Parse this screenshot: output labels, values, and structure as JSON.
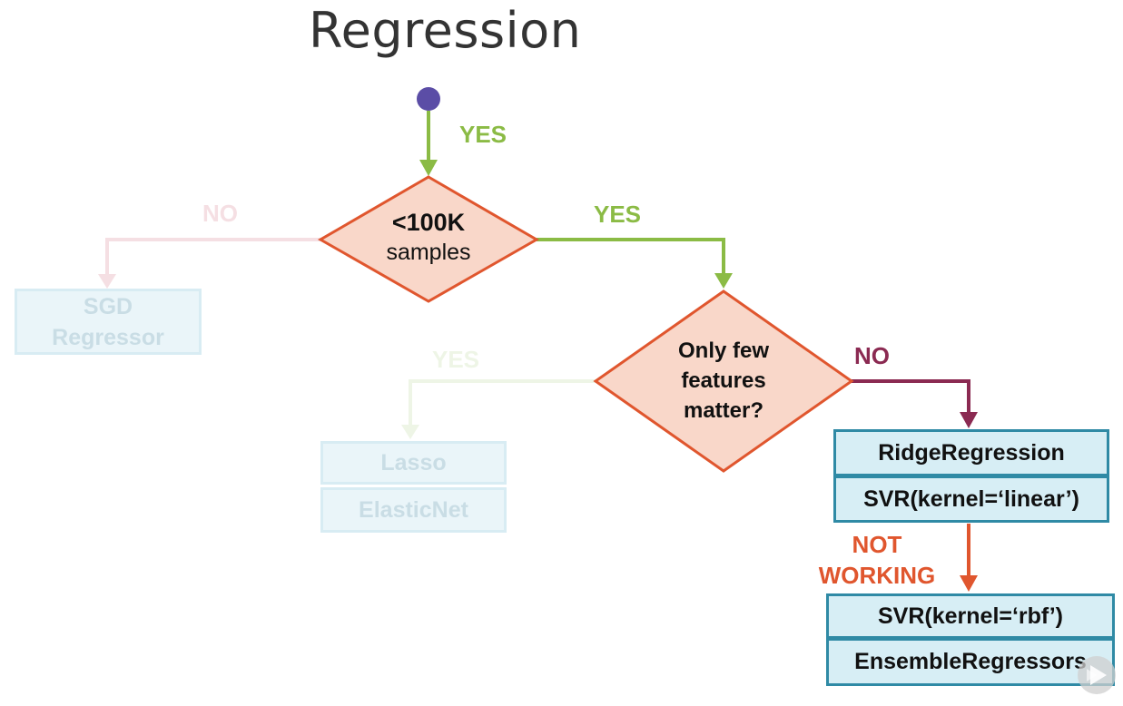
{
  "title": "Regression",
  "colors": {
    "start_node": "#5b4da6",
    "yes_green": "#8bbb45",
    "no_purple": "#8b2a52",
    "not_working_orange": "#e0562e",
    "diamond_fill": "#f9d7c9",
    "diamond_stroke": "#e0562e",
    "box_fill": "#d7eef5",
    "box_stroke": "#2f8aa5",
    "faded_box_fill": "#eaf5f9"
  },
  "edges": {
    "start_yes": "YES",
    "samples_no": "NO",
    "samples_yes": "YES",
    "features_yes": "YES",
    "features_no": "NO",
    "not_working": [
      "NOT",
      "WORKING"
    ]
  },
  "decisions": {
    "samples": {
      "line1": "<100K",
      "line2": "samples"
    },
    "features": {
      "line1": "Only few",
      "line2": "features",
      "line3": "matter?"
    }
  },
  "boxes": {
    "sgd": [
      "SGD",
      "Regressor"
    ],
    "lasso": "Lasso",
    "elasticnet": "ElasticNet",
    "ridge": "RidgeRegression",
    "svr_linear": "SVR(kernel=‘linear’)",
    "svr_rbf": "SVR(kernel=‘rbf’)",
    "ensemble": "EnsembleRegressors"
  },
  "watermark_icon": "play-logo-icon"
}
